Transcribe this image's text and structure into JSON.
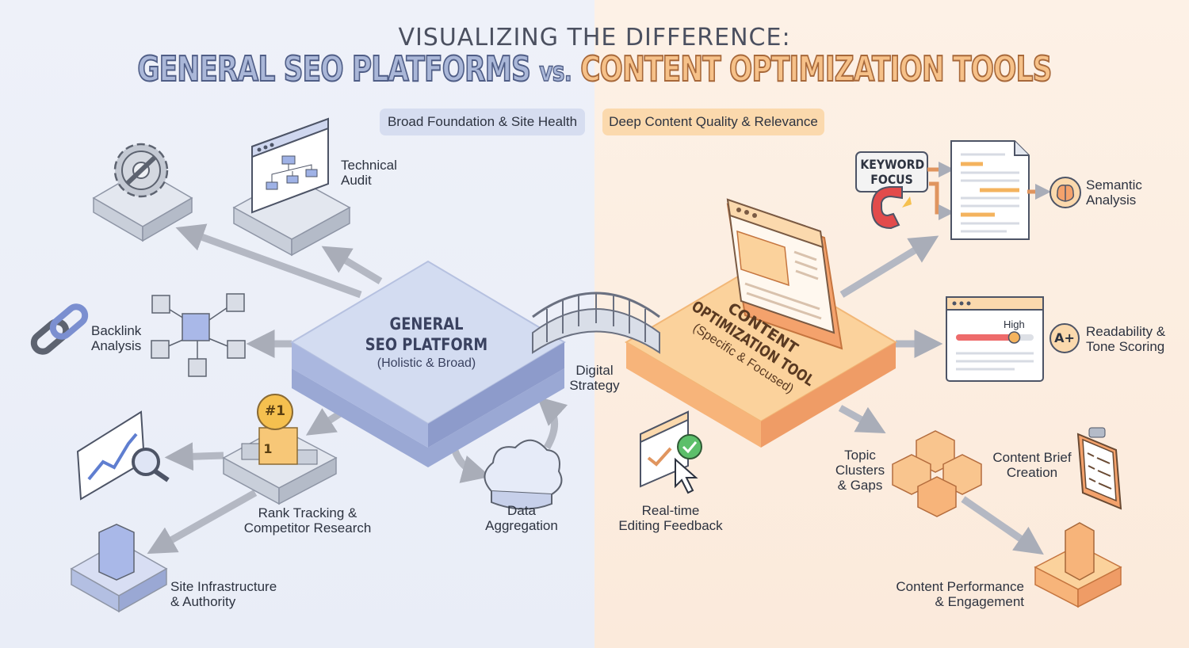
{
  "title": {
    "line1": "VISUALIZING THE DIFFERENCE:",
    "left": "GENERAL SEO PLATFORMS",
    "vs": "vs.",
    "right": "CONTENT OPTIMIZATION TOOLS"
  },
  "pills": {
    "left": "Broad Foundation & Site Health",
    "right": "Deep Content Quality & Relevance"
  },
  "general_platform": {
    "title_line1": "GENERAL",
    "title_line2": "SEO PLATFORM",
    "subtitle": "(Holistic & Broad)"
  },
  "content_tool": {
    "title_line1": "CONTENT",
    "title_line2": "OPTIMIZATION TOOL",
    "subtitle": "(Specific & Focused)"
  },
  "bridge_label": [
    "Digital",
    "Strategy"
  ],
  "left_nodes": {
    "technical_audit": [
      "Technical",
      "Audit"
    ],
    "backlink": [
      "Backlink",
      "Analysis"
    ],
    "rank_tracking": [
      "Rank Tracking &",
      "Competitor Research"
    ],
    "rank_badge": "#1",
    "podium_number": "1",
    "site_infrastructure": [
      "Site Infrastructure",
      "& Authority"
    ],
    "data_aggregation": [
      "Data",
      "Aggregation"
    ]
  },
  "right_nodes": {
    "keyword_focus": [
      "KEYWORD",
      "FOCUS"
    ],
    "semantic": [
      "Semantic",
      "Analysis"
    ],
    "readability": [
      "Readability &",
      "Tone Scoring"
    ],
    "readability_level": "High",
    "readability_level_value": 0.75,
    "grade": "A+",
    "topic_clusters": [
      "Topic",
      "Clusters",
      "& Gaps"
    ],
    "content_brief": [
      "Content Brief",
      "Creation"
    ],
    "realtime": [
      "Real-time",
      "Editing Feedback"
    ],
    "performance": [
      "Content Performance",
      "& Engagement"
    ]
  },
  "colors": {
    "blue_accent": "#4f5d86",
    "orange_accent": "#a7683a",
    "blue_platform": "#c7d2ee",
    "orange_platform": "#f8c68d"
  }
}
